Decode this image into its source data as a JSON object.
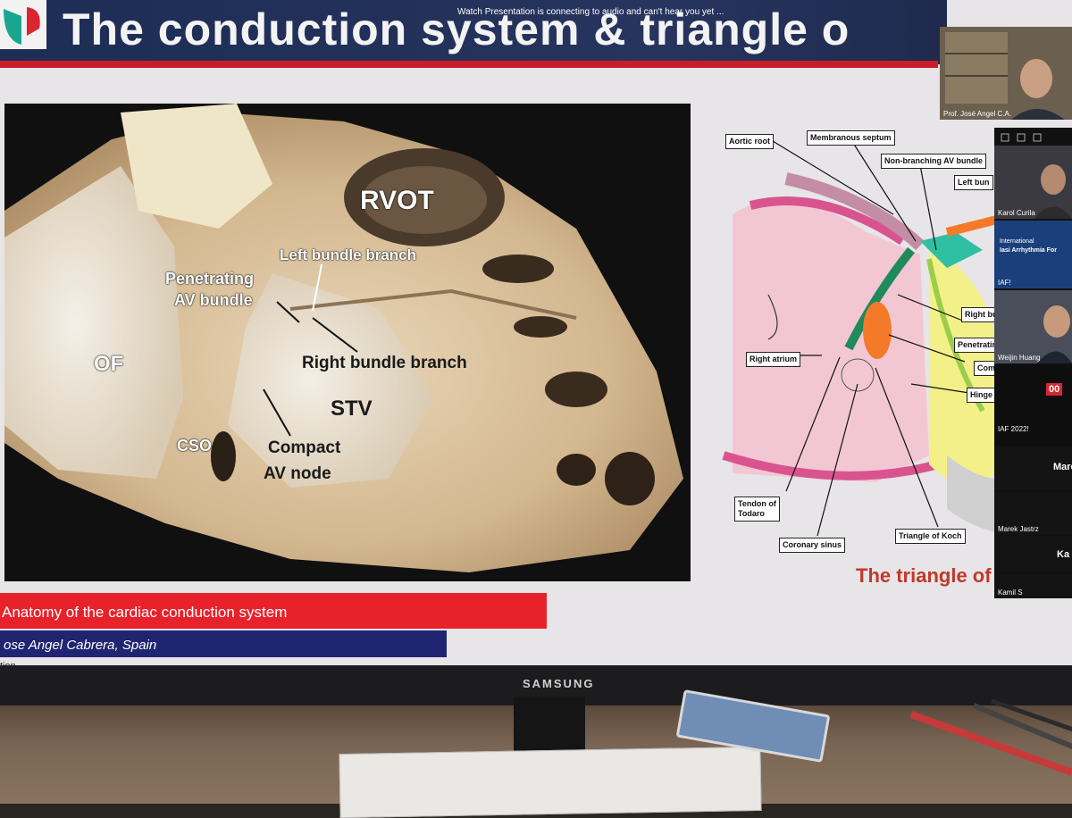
{
  "meeting": {
    "zoom_banner": "Watch Presentation is connecting to audio and can't hear you yet ..."
  },
  "slide": {
    "title": "The conduction system & triangle o",
    "photo_labels": {
      "rvot": "RVOT",
      "left_bundle": "Left bundle branch",
      "penetrating_1": "Penetrating",
      "penetrating_2": "AV bundle",
      "of": "OF",
      "right_bundle": "Right bundle branch",
      "stv": "STV",
      "cso": "CSO",
      "compact_1": "Compact",
      "compact_2": "AV node"
    },
    "diagram_labels": {
      "aortic_root": "Aortic root",
      "membranous_septum": "Membranous septum",
      "non_branching": "Non-branching AV bundle",
      "left_bundle": "Left bun",
      "right_atrium": "Right atrium",
      "right_bundle": "Right bun",
      "penetrating": "Penetrating",
      "compact": "Compac",
      "hinge": "Hinge of s",
      "tendon_1": "Tendon of",
      "tendon_2": "Todaro",
      "coronary_sinus": "Coronary sinus",
      "triangle_of_koch": "Triangle of Koch"
    },
    "diagram_caption": "The triangle of I"
  },
  "lower_third": {
    "talk_title": "Anatomy of the cardiac conduction system",
    "speaker": "ose Angel Cabrera, Spain",
    "small_caption": "tion"
  },
  "monitor_brand": "SAMSUNG",
  "video": {
    "speaker_name": "Prof. José Angel C.A.",
    "participants": [
      {
        "name": "Karol Curila"
      },
      {
        "name": "IAF!",
        "banner_1": "International",
        "banner_2": "Iasi Arrhythmia For"
      },
      {
        "name": "Weijin Huang"
      },
      {
        "name": "IAF 2022!",
        "counter": "00"
      },
      {
        "name": "Marc"
      },
      {
        "name": "Marek Jastrz"
      },
      {
        "name": "Ka"
      },
      {
        "name": "Kamil S"
      }
    ]
  },
  "colors": {
    "header_bg": "#1d2d55",
    "accent_red": "#e8222b",
    "accent_blue": "#1f2570",
    "caption_red": "#c0392b"
  }
}
